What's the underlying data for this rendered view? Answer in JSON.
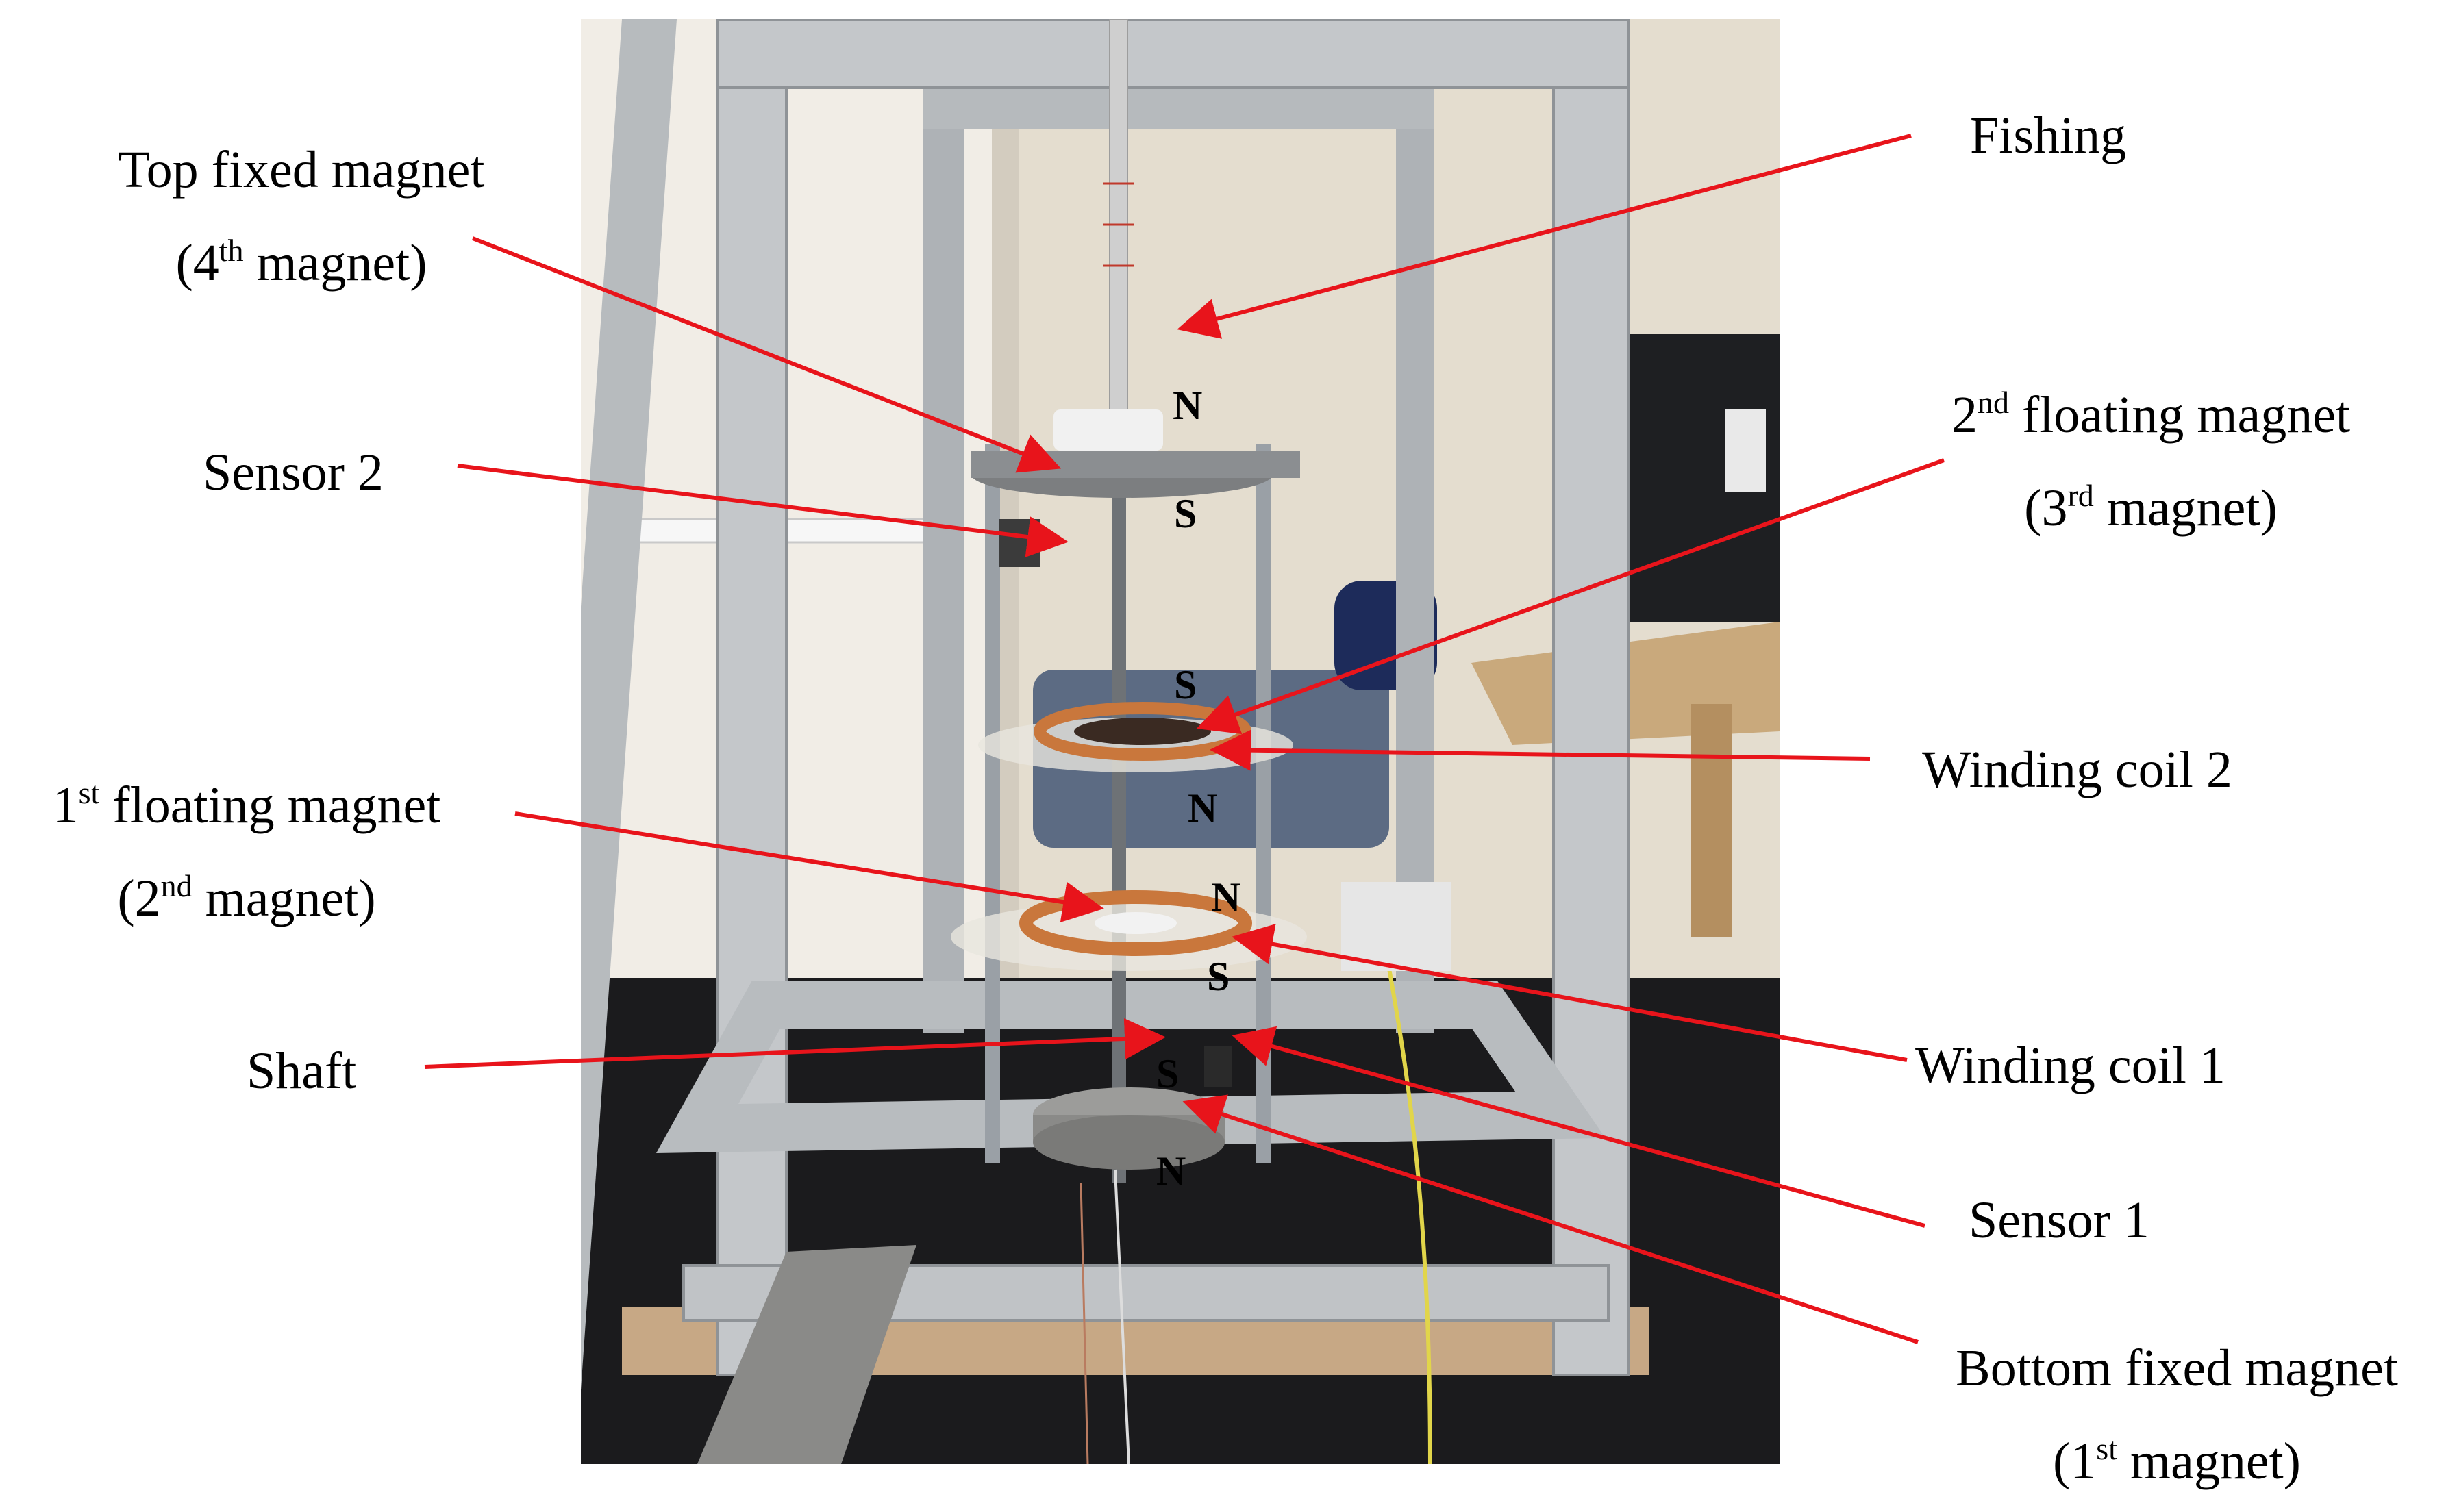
{
  "labels": {
    "fishing": "Fishing",
    "top_fixed": "Top fixed magnet",
    "top_fixed_sub": {
      "pre": "(4",
      "sup": "th",
      "post": " magnet)"
    },
    "sensor2": "Sensor 2",
    "floating2": {
      "pre": "2",
      "sup": "nd",
      "post": " floating magnet"
    },
    "floating2_sub": {
      "pre": "(3",
      "sup": "rd",
      "post": " magnet)"
    },
    "coil2": "Winding coil 2",
    "floating1": {
      "pre": "1",
      "sup": "st",
      "post": " floating magnet"
    },
    "floating1_sub": {
      "pre": "(2",
      "sup": "nd",
      "post": " magnet)"
    },
    "shaft": "Shaft",
    "coil1": "Winding coil 1",
    "sensor1": "Sensor 1",
    "bottom_fixed": "Bottom fixed magnet",
    "bottom_fixed_sub": {
      "pre": "(1",
      "sup": "st",
      "post": " magnet)"
    }
  },
  "poles": [
    "N",
    "S",
    "S",
    "N",
    "N",
    "S",
    "S",
    "N"
  ],
  "colors": {
    "arrow": "#e8141b",
    "frame": "#b9bcbf",
    "wall": "#e6e0d3",
    "floor": "#1b1b1d",
    "coil": "#c9773c"
  }
}
